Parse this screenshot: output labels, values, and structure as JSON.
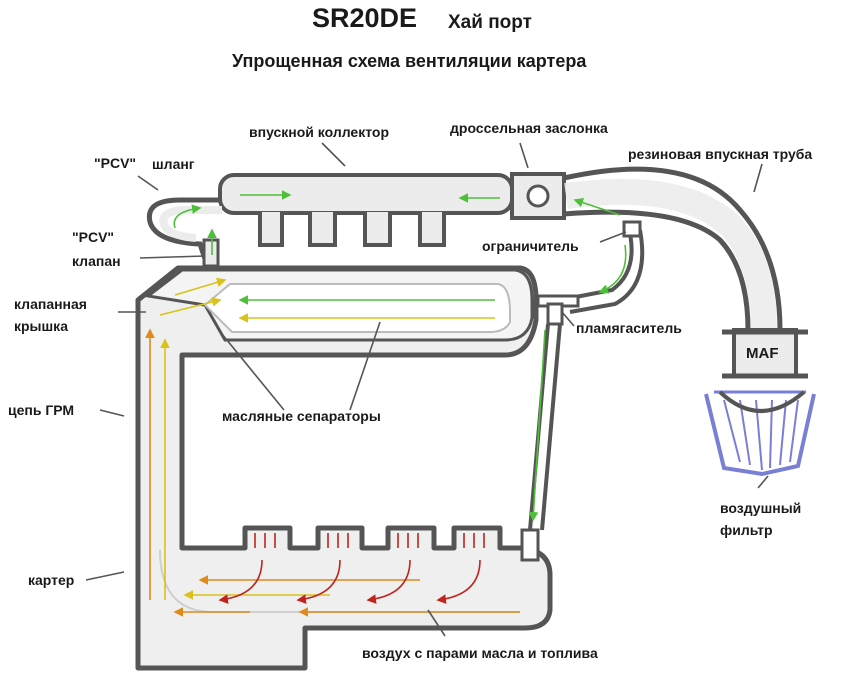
{
  "title": "SR20DE",
  "title_side": "Хай порт",
  "subtitle": "Упрощенная схема вентиляции картера",
  "labels": {
    "intake_manifold": "впускной коллектор",
    "throttle": "дроссельная заслонка",
    "rubber_intake_pipe": "резиновая впускная труба",
    "pcv_hose_q": "\"PCV\"",
    "pcv_hose_word": "шланг",
    "pcv_valve_q": "\"PCV\"",
    "pcv_valve_word": "клапан",
    "restrictor": "ограничитель",
    "valve_cover_1": "клапанная",
    "valve_cover_2": "крышка",
    "flame_arrestor": "пламягаситель",
    "oil_separators": "масляные сепараторы",
    "timing_chain": "цепь ГРМ",
    "crankcase": "картер",
    "maf": "MAF",
    "air_filter_1": "воздушный",
    "air_filter_2": "фильтр",
    "blowby": "воздух с парами масла и топлива"
  },
  "colors": {
    "outline": "#555555",
    "fill": "#ececec",
    "filter": "#7a7fd6",
    "arrow_green": "#4fbf3a",
    "arrow_yellow": "#d9c21a",
    "arrow_orange": "#e08a1c",
    "arrow_red": "#c0241c"
  }
}
